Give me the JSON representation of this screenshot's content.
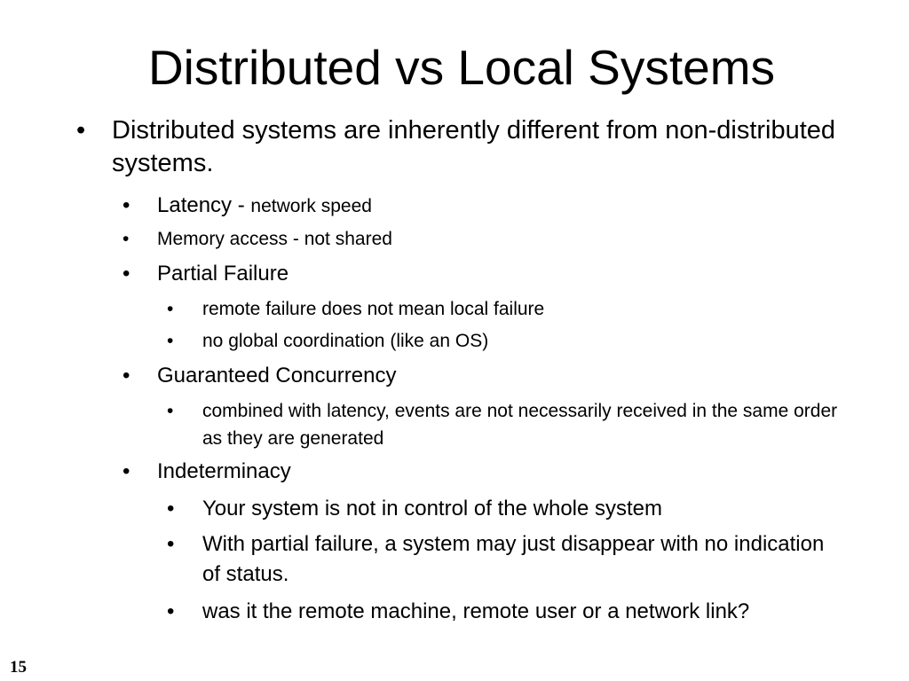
{
  "slide": {
    "title": "Distributed vs Local Systems",
    "page_number": "15",
    "bullets": {
      "b1": "Distributed systems are inherently different from non-distributed systems.",
      "latency_prefix": "Latency - ",
      "latency_rest": "network speed",
      "memory": "Memory access - not shared",
      "partial_failure": "Partial Failure",
      "remote_failure": "remote failure does not mean local failure",
      "no_global": "no global coordination (like an OS)",
      "concurrency": "Guaranteed Concurrency",
      "combined": "combined with latency, events are not necessarily received in the same order as they are generated",
      "indeterminacy": "Indeterminacy",
      "your_system": "Your system is not in control of the whole system",
      "with_partial": "With partial failure, a system may just disappear with no indication of status.",
      "was_it": "was it the remote machine, remote user or a network link?"
    }
  }
}
